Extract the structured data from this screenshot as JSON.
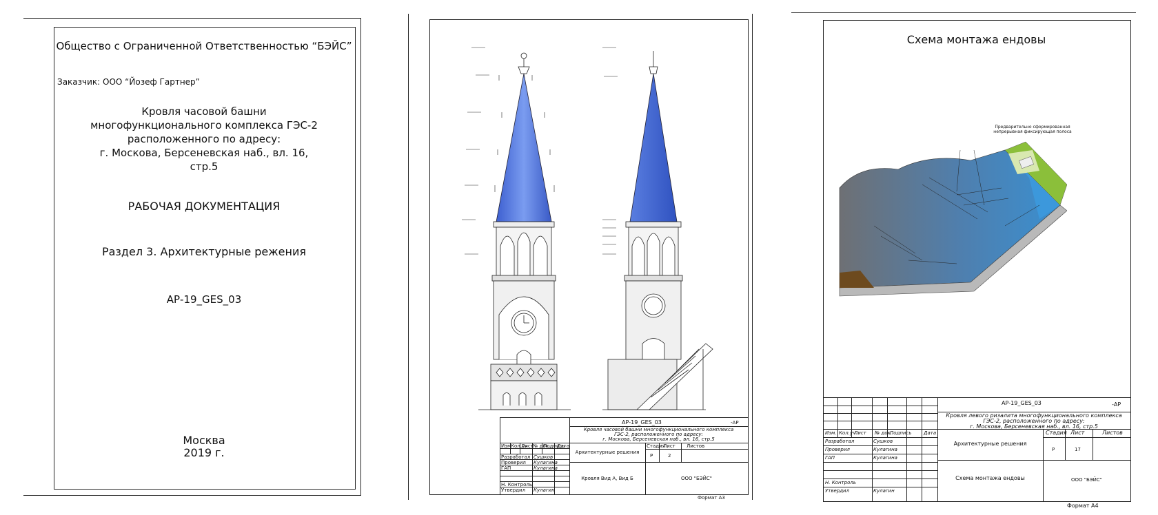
{
  "sheet1": {
    "org": "Общество с Ограниченной Ответственностью “БЭЙС”",
    "customer": "Заказчик: ООО “Йозеф Гартнер”",
    "object_lines": [
      "Кровля часовой башни",
      "многофункционального комплекса ГЭС-2",
      "расположенного по адресу:",
      "г. Москова, Берсеневская наб., вл. 16,",
      "стр.5"
    ],
    "doc_type": "РАБОЧАЯ ДОКУМЕНТАЦИЯ",
    "section": "Раздел 3. Архитектурные режения",
    "code": "АР-19_GES_03",
    "city": "Москва",
    "year": "2019 г."
  },
  "sheet2": {
    "code": "АР-19_GES_03",
    "suffix": "-АР",
    "object": [
      "Кровля часовой башни многофункционального комплекса",
      "ГЭС-2, расположенного по адресу:",
      "г. Москова, Берсеневская наб., вл. 16, стр.5"
    ],
    "headers": [
      "Изм.",
      "Кол.уч",
      "Лист",
      "№ док.",
      "Подпись",
      "Дата"
    ],
    "roles": [
      {
        "role": "Разработал",
        "name": "Сушков"
      },
      {
        "role": "Проверил",
        "name": "Кулагина"
      },
      {
        "role": "ГАП",
        "name": "Кулагина"
      },
      {
        "role": "Н. Контроль",
        "name": ""
      },
      {
        "role": "Утвердил",
        "name": "Кулагин"
      }
    ],
    "stage_headers": [
      "Стадия",
      "Лист",
      "Листов"
    ],
    "stage": "Р",
    "sheet_no": "2",
    "section": "Архитектурные решения",
    "title": "Кровля Вид А, Вид Б",
    "company": "ООО \"БЭЙС\"",
    "format": "Формат А3"
  },
  "sheet3": {
    "title": "Схема монтажа ендовы",
    "annotation": [
      "Предварительно сформированная",
      "непрерывная фиксирующая полоса"
    ],
    "code": "АР-19_GES_03",
    "suffix": "-АР",
    "object": [
      "Кровля левого ризалита многофункционального комплекса",
      "ГЭС-2, расположенного по адресу:",
      "г. Москова, Берсеневская наб., вл. 16, стр.5"
    ],
    "headers": [
      "Изм.",
      "Кол.уч",
      "Лист",
      "№ док.",
      "Подпись",
      "Дата"
    ],
    "roles": [
      {
        "role": "Разработал",
        "name": "Сушков"
      },
      {
        "role": "Проверил",
        "name": "Кулагина"
      },
      {
        "role": "ГАП",
        "name": "Кулагина"
      },
      {
        "role": "Н. Контроль",
        "name": ""
      },
      {
        "role": "Утвердил",
        "name": "Кулагин"
      }
    ],
    "stage_headers": [
      "Стадия",
      "Лист",
      "Листов"
    ],
    "stage": "Р",
    "sheet_no": "17",
    "section": "Архитектурные решения",
    "company": "ООО \"БЭЙС\"",
    "format": "Формат А4"
  },
  "colors": {
    "spire": "#5a7ee0",
    "roof": "#4f7fae",
    "green": "#8bbf3a"
  }
}
